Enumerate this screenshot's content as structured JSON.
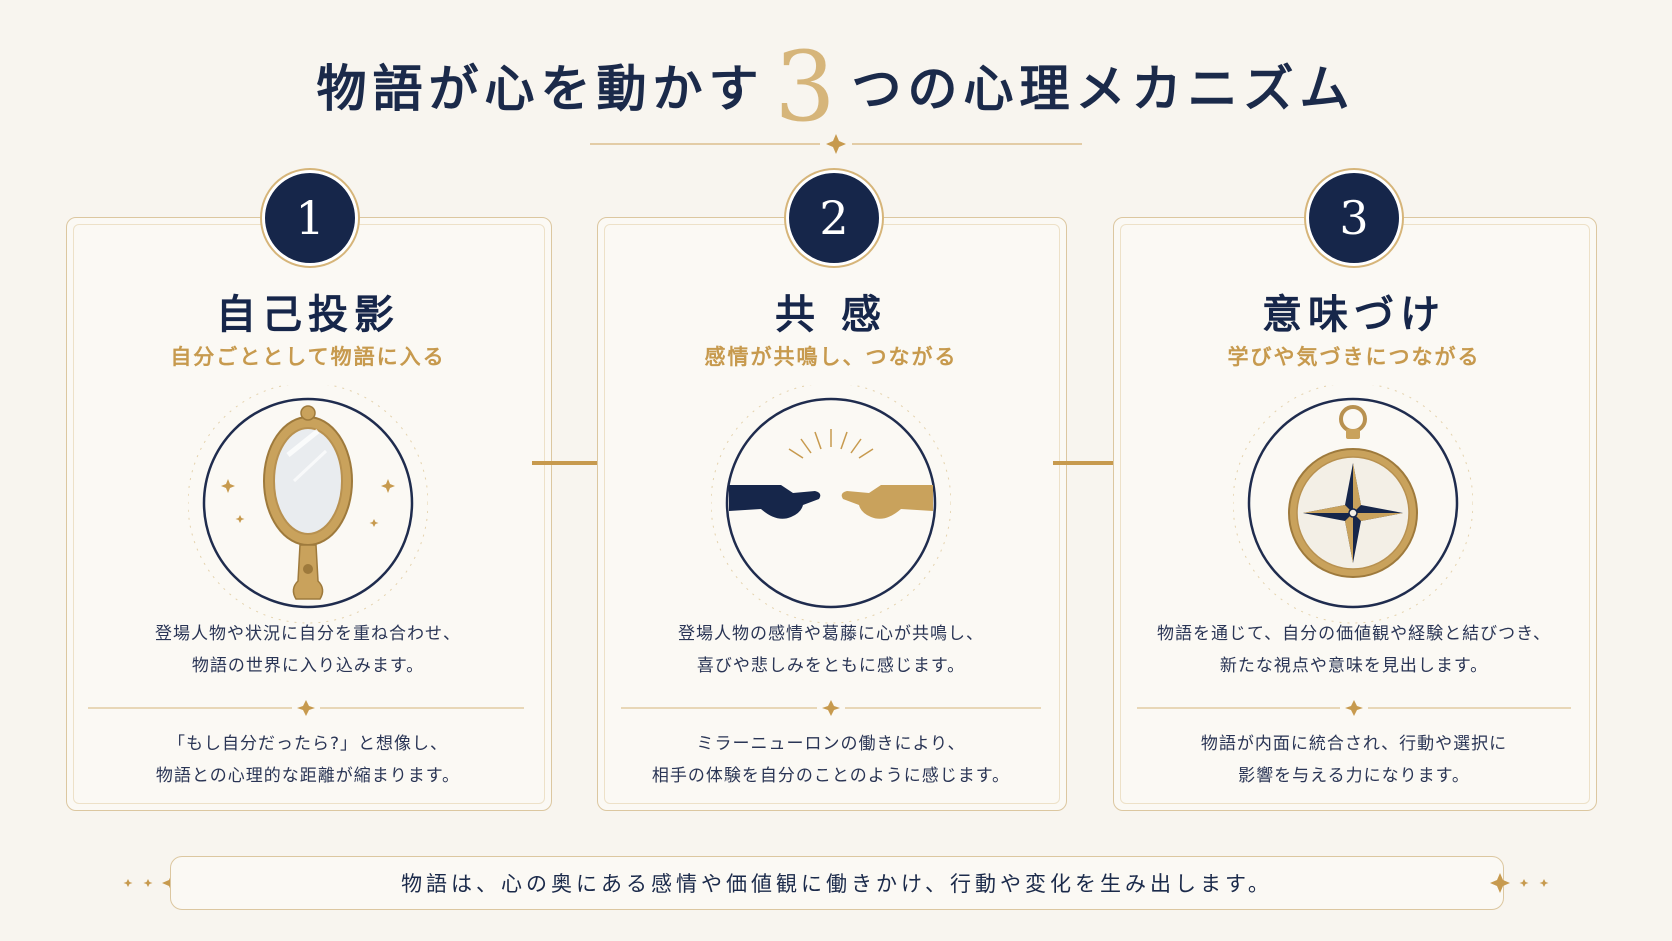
{
  "title": {
    "before": "物語が心を動かす",
    "number": "3",
    "after": "つの心理メカニズム"
  },
  "cards": [
    {
      "number": "1",
      "title": "自己投影",
      "subtitle": "自分ごととして物語に入る",
      "desc1_line1": "登場人物や状況に自分を重ね合わせ、",
      "desc1_line2": "物語の世界に入り込みます。",
      "desc2_line1": "「もし自分だったら?」と想像し、",
      "desc2_line2": "物語との心理的な距離が縮まります。",
      "icon": "mirror-icon"
    },
    {
      "number": "2",
      "title": "共 感",
      "subtitle": "感情が共鳴し、つながる",
      "desc1_line1": "登場人物の感情や葛藤に心が共鳴し、",
      "desc1_line2": "喜びや悲しみをともに感じます。",
      "desc2_line1": "ミラーニューロンの働きにより、",
      "desc2_line2": "相手の体験を自分のことのように感じます。",
      "icon": "reaching-hands-icon"
    },
    {
      "number": "3",
      "title": "意味づけ",
      "subtitle": "学びや気づきにつながる",
      "desc1_line1": "物語を通じて、自分の価値観や経験と結びつき、",
      "desc1_line2": "新たな視点や意味を見出します。",
      "desc2_line1": "物語が内面に統合され、行動や選択に",
      "desc2_line2": "影響を与える力になります。",
      "icon": "compass-icon"
    }
  ],
  "footer": {
    "text": "物語は、心の奥にある感情や価値観に働きかけ、行動や変化を生み出します。"
  },
  "colors": {
    "navy": "#16264a",
    "gold": "#c79a4e",
    "background": "#f8f5ef"
  }
}
